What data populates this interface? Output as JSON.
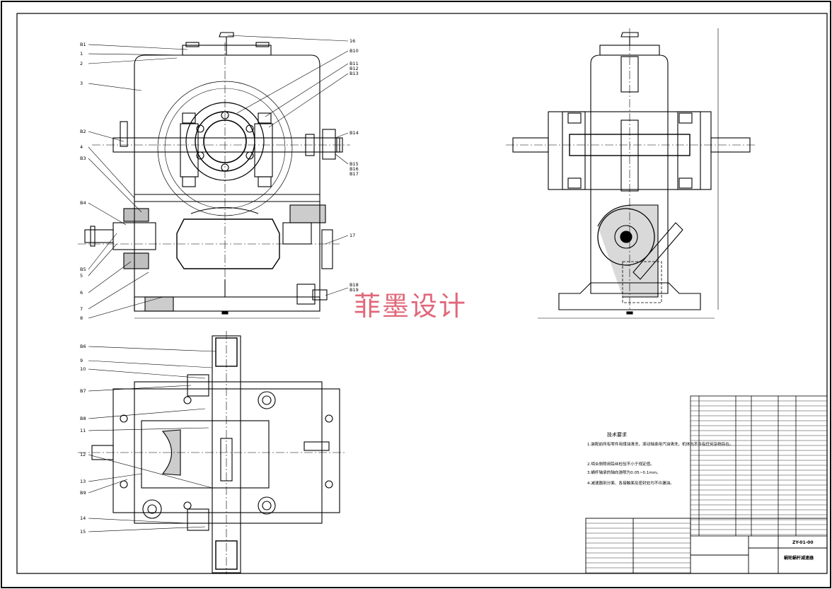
{
  "watermark": "菲墨设计",
  "left_labels": [
    "B1",
    "1",
    "2",
    "3",
    "B2",
    "4",
    "B3",
    "B4",
    "B5",
    "5",
    "6",
    "7",
    "8"
  ],
  "right_labels": [
    "16",
    "B10",
    "B11",
    "B12",
    "B13",
    "B14",
    "B15",
    "B16",
    "B17",
    "17",
    "B18",
    "B19"
  ],
  "plan_labels": [
    "B6",
    "9",
    "10",
    "B7",
    "B8",
    "11",
    "12",
    "13",
    "B9",
    "14",
    "15"
  ],
  "tech_notes": {
    "title": "技术要求",
    "lines": [
      "1.装配前所有零件用煤油清洗，滚动轴承用汽油清洗，机体内不许有任何杂物存在。",
      "2.啮合侧隙用铅丝检验不小于规定值。",
      "3.蜗杆轴承的轴向游隙为0.05~0.1mm。",
      "4.减速器剖分面、各接触面及密封处均不许漏油。"
    ]
  },
  "title_block": {
    "drawing_no": "ZY-01-00",
    "name": "蜗轮蜗杆减速器"
  }
}
